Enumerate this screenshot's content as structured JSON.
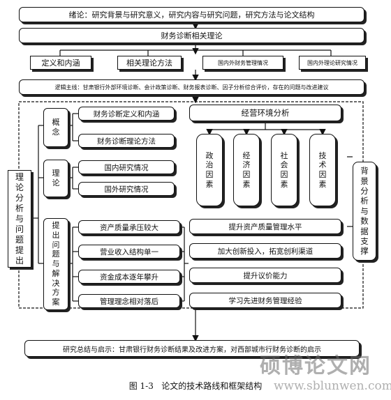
{
  "header": {
    "intro": "绪论：研究背景与研究意义，研究内容与研究问题，研究方法与论文结构",
    "theory": "财务诊断相关理论",
    "items": [
      "定义和内涵",
      "相关理论方法",
      "国内外财务管理情况",
      "国内外理论研究情况"
    ],
    "mainline": "逻辑主线：甘肃银行外部环境诊断、会计政策诊断、财务报表诊断、因子分析综合评价，存在的问题与改进建议"
  },
  "left": {
    "vertical": "理论分析与问题提出",
    "groups": [
      {
        "label": "概念",
        "items": [
          "财务诊断定义和内涵",
          "财务诊断理论方法"
        ]
      },
      {
        "label": "理论",
        "items": [
          "国内研究情况",
          "国外研究情况"
        ]
      },
      {
        "label": "提出问题与解决方案",
        "items": [
          "资产质量承压较大",
          "营业收入结构单一",
          "资金成本逐年攀升",
          "管理理念相对落后"
        ]
      }
    ]
  },
  "right": {
    "env_title": "经营环境分析",
    "factors": [
      "政治因素",
      "经济因素",
      "社会因素",
      "技术因素"
    ],
    "solutions": [
      "提升资产质量管理水平",
      "加大创新投入，拓宽创利渠道",
      "提升议价能力",
      "学习先进财务管理经验"
    ],
    "vertical": "背景分析与数据支撑"
  },
  "footer": {
    "summary": "研究总结与启示：甘肃银行财务诊断结果及改进方案，对西部城市行财务诊断的启示"
  },
  "caption": "图 1-3   论文的技术路线和框架结构",
  "watermark": {
    "line1": "硕博论文网",
    "line2": "www.sblunwen.com"
  }
}
